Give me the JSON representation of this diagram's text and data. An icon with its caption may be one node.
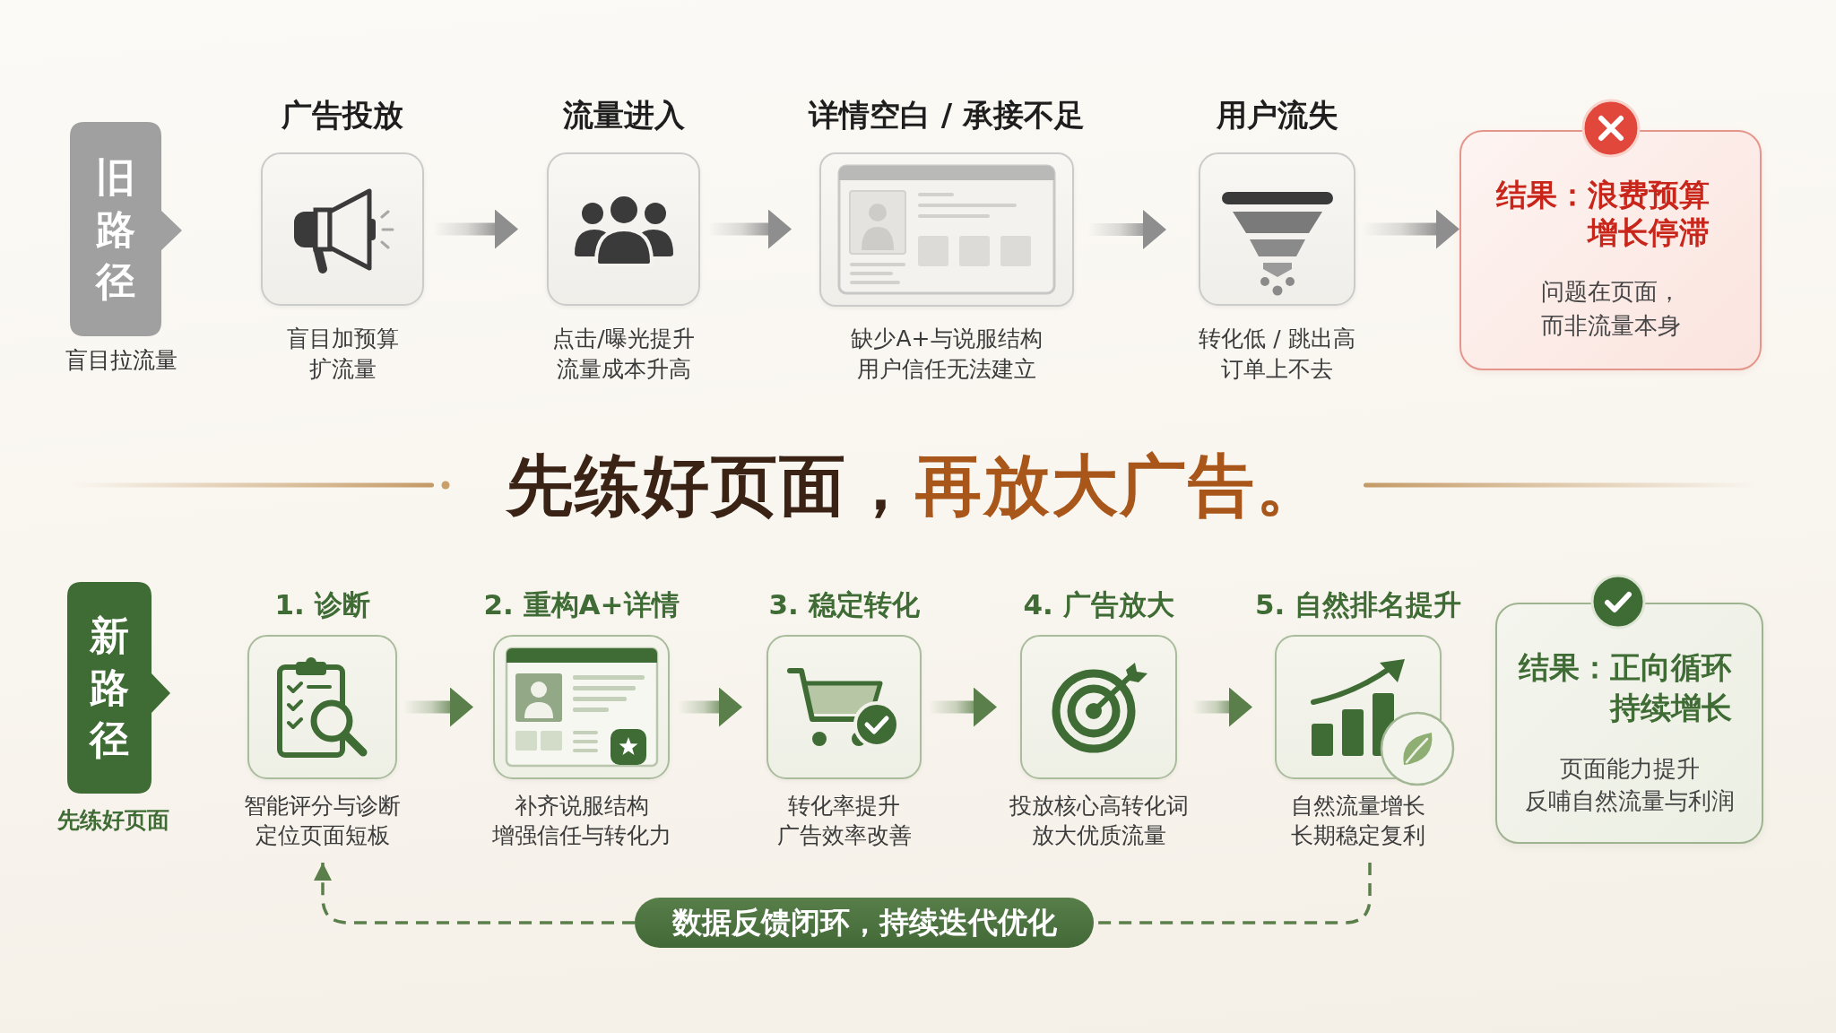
{
  "diagram": {
    "title": "先练好页面，**再放大广告。**",
    "nodes": [
      {
        "text": [
          "旧路径"
        ],
        "beside": [
          "盲目拉流量"
        ]
      },
      {
        "text": [
          "广告投放"
        ],
        "beside": [
          "盲目加预算扩流量"
        ]
      },
      {
        "text": [
          "流量进入"
        ],
        "beside": [
          "点击/曝光提升流量成本升高"
        ]
      },
      {
        "text": [
          "详情空白 / 承接不足"
        ],
        "beside": [
          "缺少A+与说服结构用户信任无法建立"
        ]
      },
      {
        "text": [
          "用户流失"
        ],
        "beside": [
          "转化低 / 跳出高订单上不去"
        ]
      },
      {
        "text": [
          "结果：浪费预算增长停滞",
          "问题在页面，而非流量本身"
        ]
      },
      {
        "text": [
          "新路径"
        ],
        "beside": [
          "先练好页面"
        ]
      },
      {
        "text": [
          "1. 诊断"
        ],
        "beside": [
          "智能评分与诊断定位页面短板"
        ]
      },
      {
        "text": [
          "2. 重构A+详情"
        ],
        "beside": [
          "补齐说服结构增强信任与转化力"
        ]
      },
      {
        "text": [
          "3. 稳定转化"
        ],
        "beside": [
          "转化率提升广告效率改善"
        ]
      },
      {
        "text": [
          "4. 广告放大"
        ],
        "beside": [
          "投放核心高转化词放大优质流量"
        ]
      },
      {
        "text": [
          "5. 自然排名提升"
        ],
        "beside": [
          "自然流量增长长期稳定复利"
        ]
      },
      {
        "text": [
          "结果：正向循环持续增长",
          "页面能力提升反哺自然流量与利润"
        ]
      },
      {
        "text": [
          "数据反馈闭环，持续迭代优化"
        ]
      }
    ],
    "edges": [
      {
        "from": 1,
        "to": 2,
        "arrow": "to",
        "color": "#8e8e8e"
      },
      {
        "from": 2,
        "to": 3,
        "arrow": "to",
        "color": "#8e8e8e"
      },
      {
        "from": 3,
        "to": 4,
        "arrow": "to",
        "color": "#8e8e8e"
      },
      {
        "from": 4,
        "to": 5,
        "arrow": "to",
        "color": "#8e8e8e"
      },
      {
        "from": 7,
        "to": 8,
        "arrow": "to"
      },
      {
        "from": 8,
        "to": 9,
        "arrow": "to"
      },
      {
        "from": 9,
        "to": 10,
        "arrow": "to"
      },
      {
        "from": 10,
        "to": 11,
        "arrow": "to"
      },
      {
        "from": 11,
        "to": 13,
        "arrow": "none",
        "style": "dashed"
      },
      {
        "from": 13,
        "to": 7,
        "arrow": "to",
        "style": "dashed"
      }
    ]
  }
}
